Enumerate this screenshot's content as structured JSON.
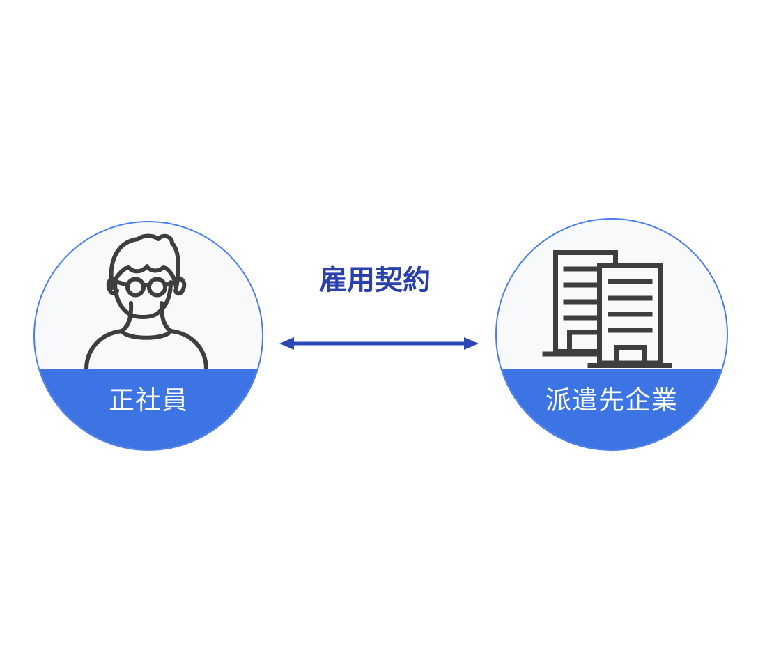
{
  "diagram": {
    "relation_label": "雇用契約",
    "left_entity": {
      "label": "正社員",
      "icon": "person-icon"
    },
    "right_entity": {
      "label": "派遣先企業",
      "icon": "building-icon"
    },
    "connector": {
      "type": "double-arrow",
      "direction": "horizontal"
    },
    "colors": {
      "accent_blue": "#3d74e3",
      "circle_border": "#4b7deb",
      "circle_background": "#f8f9fb",
      "relation_text": "#2a41ac",
      "arrow": "#2b49b5",
      "icon_stroke": "#3e3e3e",
      "band_text": "#ffffff",
      "page_background": "#ffffff"
    }
  }
}
